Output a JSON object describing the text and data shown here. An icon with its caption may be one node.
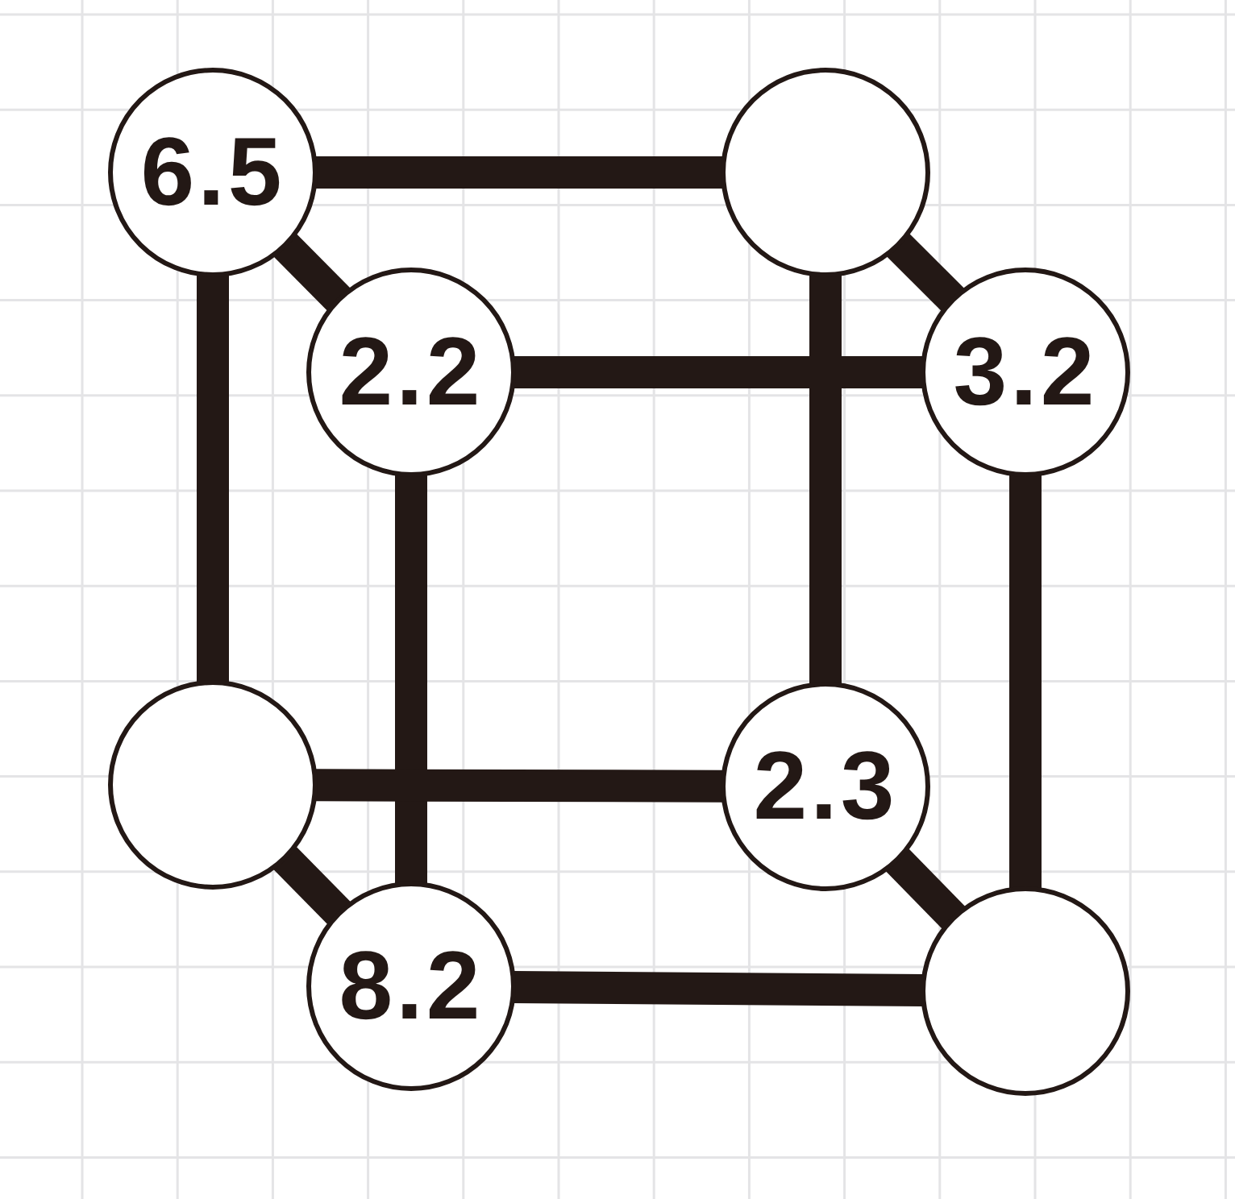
{
  "diagram": {
    "nodes": [
      {
        "text": [
          "6.5"
        ]
      },
      {
        "text": [],
        "shape": "circle"
      },
      {
        "text": [
          "2.2"
        ]
      },
      {
        "text": [
          "3.2"
        ]
      },
      {
        "text": [],
        "shape": "circle"
      },
      {
        "text": [
          "2.3"
        ]
      },
      {
        "text": [
          "8.2"
        ]
      },
      {
        "text": [],
        "shape": "circle"
      }
    ],
    "edges": [
      {
        "from": 0,
        "to": 1,
        "arrow": "none"
      },
      {
        "from": 0,
        "to": 2,
        "arrow": "none"
      },
      {
        "from": 0,
        "to": 4,
        "arrow": "none"
      },
      {
        "from": 1,
        "to": 3,
        "arrow": "none"
      },
      {
        "from": 1,
        "to": 5,
        "arrow": "none"
      },
      {
        "from": 2,
        "to": 3,
        "arrow": "none"
      },
      {
        "from": 2,
        "to": 6,
        "arrow": "none"
      },
      {
        "from": 3,
        "to": 7,
        "arrow": "none"
      },
      {
        "from": 4,
        "to": 5,
        "arrow": "none"
      },
      {
        "from": 4,
        "to": 6,
        "arrow": "none"
      },
      {
        "from": 5,
        "to": 7,
        "arrow": "none"
      },
      {
        "from": 6,
        "to": 7,
        "arrow": "none"
      }
    ]
  }
}
